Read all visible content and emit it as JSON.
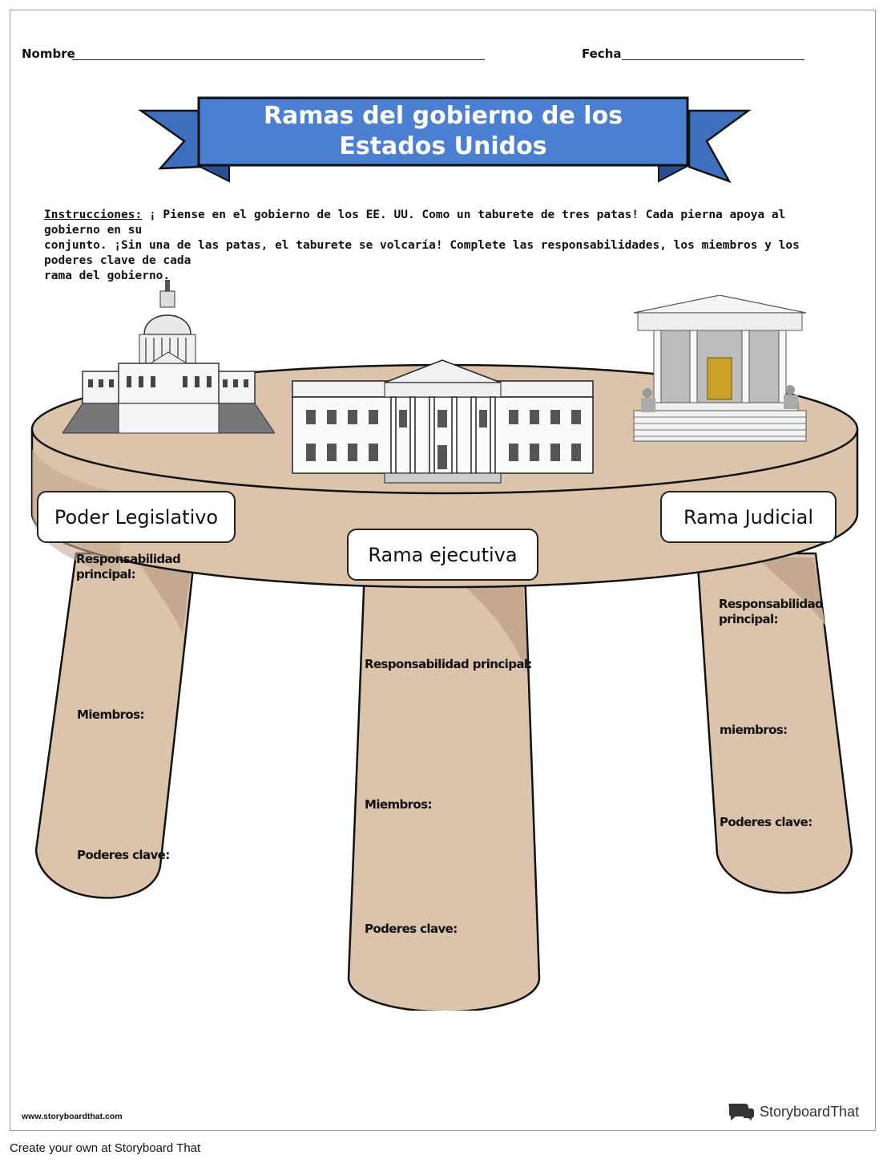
{
  "header": {
    "name_label": "Nombre",
    "date_label": "Fecha"
  },
  "title": {
    "line1": "Ramas del gobierno de los",
    "line2": "Estados Unidos"
  },
  "instructions": {
    "label": "Instrucciones:",
    "line1": " ¡ Piense en el gobierno de los EE. UU. Como un taburete de tres patas! Cada pierna apoya al gobierno en su",
    "line2": "conjunto. ¡Sin una de las patas, el taburete se volcaría! Complete las responsabilidades, los miembros y los poderes clave de cada",
    "line3": "rama del gobierno."
  },
  "branches": {
    "legislative": {
      "title": "Poder Legislativo",
      "responsibility": "Responsabilidad principal:",
      "members": "Miembros:",
      "powers": "Poderes clave:"
    },
    "executive": {
      "title": "Rama ejecutiva",
      "responsibility": "Responsabilidad principal:",
      "members": "Miembros:",
      "powers": "Poderes clave:"
    },
    "judicial": {
      "title": "Rama Judicial",
      "responsibility": "Responsabilidad principal:",
      "members": "miembros:",
      "powers": "Poderes clave:"
    }
  },
  "footer": {
    "url": "www.storyboardthat.com",
    "brand_a": "Storyboard",
    "brand_b": "That",
    "credit": "Create your own at Storyboard That"
  },
  "colors": {
    "banner_blue": "#4a7fd1",
    "stool_tan": "#dcc3ab",
    "stool_shadow": "#c4a892"
  }
}
